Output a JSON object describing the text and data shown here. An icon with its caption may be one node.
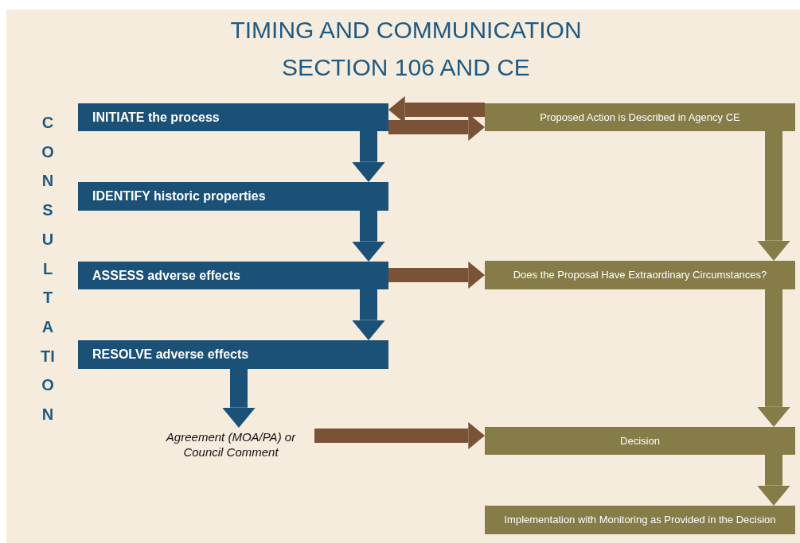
{
  "diagram": {
    "title": "TIMING AND COMMUNICATION SECTION 106 AND CE",
    "nodes": [
      {
        "text": [
          "INITIATE the process"
        ]
      },
      {
        "text": [
          "IDENTIFY historic properties"
        ]
      },
      {
        "text": [
          "ASSESS adverse effects"
        ]
      },
      {
        "text": [
          "RESOLVE adverse effects"
        ]
      },
      {
        "text": [
          "Agreement (MOA/PA) or Council Comment"
        ]
      },
      {
        "text": [
          "Proposed Action is Described in Agency CE"
        ]
      },
      {
        "text": [
          "Does the Proposal Have Extraordinary Circumstances?"
        ]
      },
      {
        "text": [
          "Decision"
        ]
      },
      {
        "text": [
          "Implementation with Monitoring as Provided in the Decision"
        ]
      }
    ],
    "edges": [
      {
        "from": 0,
        "to": 1,
        "arrow": "to",
        "color": "#1b5077"
      },
      {
        "from": 1,
        "to": 2,
        "arrow": "to",
        "color": "#1b5077"
      },
      {
        "from": 2,
        "to": 3,
        "arrow": "to",
        "color": "#1b5077"
      },
      {
        "from": 3,
        "to": 4,
        "arrow": "to",
        "color": "#1b5077"
      },
      {
        "from": 5,
        "to": 0,
        "arrow": "to",
        "color": "#7a5236"
      },
      {
        "from": 0,
        "to": 5,
        "arrow": "to",
        "color": "#7a5236"
      },
      {
        "from": 2,
        "to": 6,
        "arrow": "to",
        "color": "#7a5236"
      },
      {
        "from": 4,
        "to": 7,
        "arrow": "to",
        "color": "#7a5236"
      },
      {
        "from": 5,
        "to": 6,
        "arrow": "to",
        "color": "#857c48"
      },
      {
        "from": 6,
        "to": 7,
        "arrow": "to",
        "color": "#857c48"
      },
      {
        "from": 7,
        "to": 8,
        "arrow": "to",
        "color": "#857c48"
      }
    ],
    "labels": [
      "CONSULTATION"
    ]
  }
}
